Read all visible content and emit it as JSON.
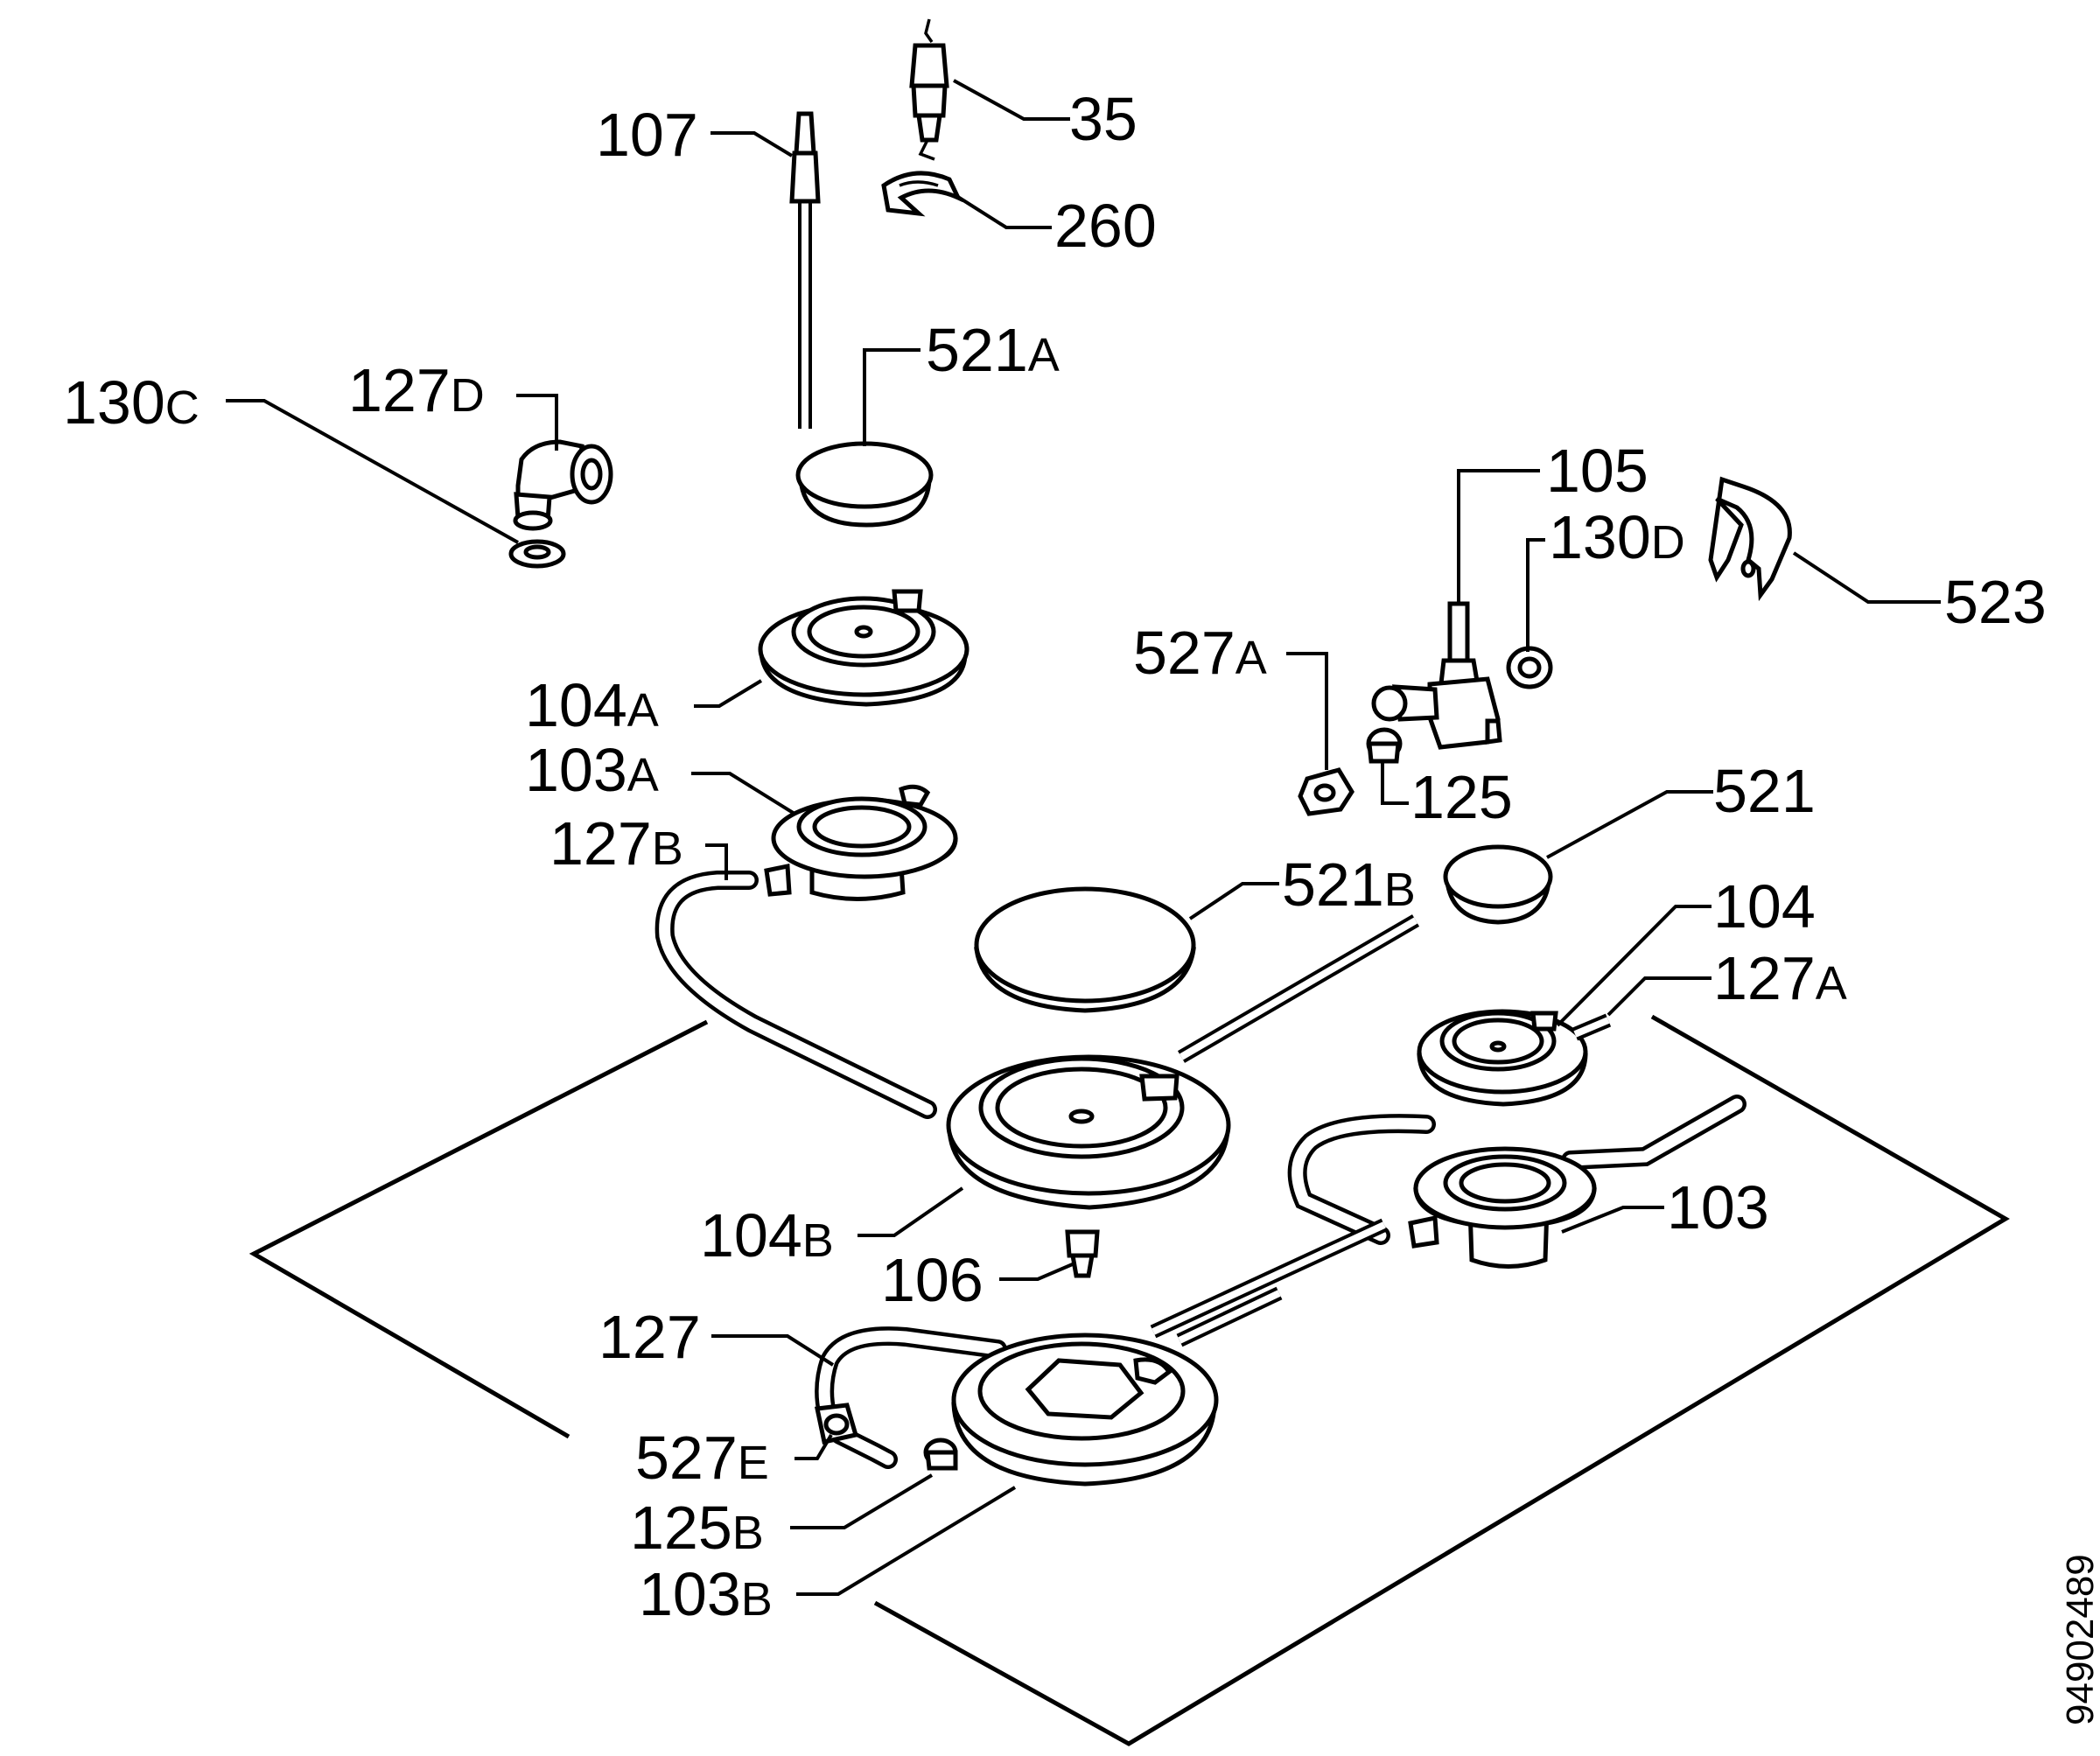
{
  "diagram": {
    "drawing_number": "94902489",
    "labels": [
      {
        "id": "l107",
        "num": "107",
        "sfx": ""
      },
      {
        "id": "l35",
        "num": "35",
        "sfx": ""
      },
      {
        "id": "l260",
        "num": "260",
        "sfx": ""
      },
      {
        "id": "l521a",
        "num": "521",
        "sfx": "A"
      },
      {
        "id": "l127d",
        "num": "127",
        "sfx": "D"
      },
      {
        "id": "l130c",
        "num": "130",
        "sfx": "C"
      },
      {
        "id": "l105",
        "num": "105",
        "sfx": ""
      },
      {
        "id": "l130d",
        "num": "130",
        "sfx": "D"
      },
      {
        "id": "l523",
        "num": "523",
        "sfx": ""
      },
      {
        "id": "l527a",
        "num": "527",
        "sfx": "A"
      },
      {
        "id": "l104a",
        "num": "104",
        "sfx": "A"
      },
      {
        "id": "l103a",
        "num": "103",
        "sfx": "A"
      },
      {
        "id": "l125",
        "num": "125",
        "sfx": ""
      },
      {
        "id": "l521",
        "num": "521",
        "sfx": ""
      },
      {
        "id": "l127b",
        "num": "127",
        "sfx": "B"
      },
      {
        "id": "l521b",
        "num": "521",
        "sfx": "B"
      },
      {
        "id": "l104",
        "num": "104",
        "sfx": ""
      },
      {
        "id": "l127a",
        "num": "127",
        "sfx": "A"
      },
      {
        "id": "l103",
        "num": "103",
        "sfx": ""
      },
      {
        "id": "l104b",
        "num": "104",
        "sfx": "B"
      },
      {
        "id": "l106",
        "num": "106",
        "sfx": ""
      },
      {
        "id": "l127",
        "num": "127",
        "sfx": ""
      },
      {
        "id": "l527e",
        "num": "527",
        "sfx": "E"
      },
      {
        "id": "l125b",
        "num": "125",
        "sfx": "B"
      },
      {
        "id": "l103b",
        "num": "103",
        "sfx": "B"
      }
    ]
  }
}
